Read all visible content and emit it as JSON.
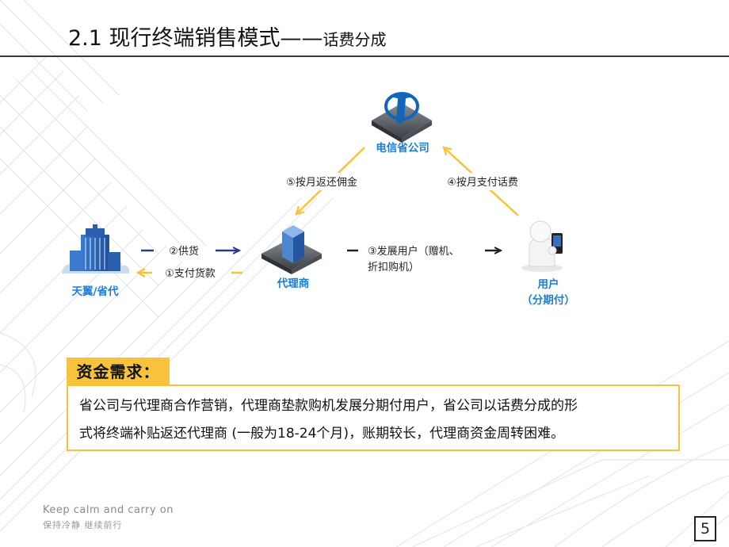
{
  "header": {
    "title_main": "2.1 现行终端销售模式——",
    "title_sub": "话费分成"
  },
  "diagram": {
    "nodes": {
      "telecom": "电信省公司",
      "tianyi": "天翼/省代",
      "agent": "代理商",
      "user_line1": "用户",
      "user_line2": "（分期付）"
    },
    "edges": {
      "supply": "②供货",
      "pay_goods": "①支付货款",
      "develop_line1": "③发展用户（赠机、",
      "develop_line2": "折扣购机）",
      "pay_fee": "④按月支付话费",
      "commission": "⑤按月返还佣金"
    }
  },
  "need": {
    "title": "资金需求：",
    "line1": "省公司与代理商合作营销，代理商垫款购机发展分期付用户，省公司以话费分成的形",
    "line2": "式将终端补贴返还代理商 (一般为18-24个月)，账期较长，代理商资金周转困难。"
  },
  "footer": {
    "slogan_en": "Keep calm and carry on",
    "slogan_cn": "保持冷静 继续前行",
    "page": "5"
  },
  "colors": {
    "accent_yellow": "#f7c33d",
    "node_blue": "#1a7fd6",
    "arrow_navy": "#2b3a8f"
  }
}
